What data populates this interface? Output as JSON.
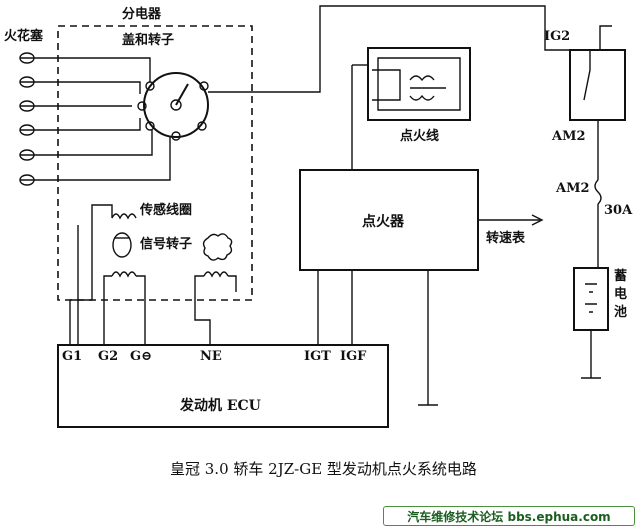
{
  "labels": {
    "spark_plugs": "火花塞",
    "distributor": "分电器",
    "cap_rotor": "盖和转子",
    "ignition_coil": "点火线",
    "igniter": "点火器",
    "tachometer": "转速表",
    "sensor_coil": "传感线圈",
    "signal_rotor": "信号转子",
    "ig2": "IG2",
    "am2_switch": "AM2",
    "am2_fuse": "AM2",
    "fuse_rating": "30A",
    "battery": "蓄电池",
    "ecu": "发动机 ECU",
    "pin_g1": "G1",
    "pin_g2": "G2",
    "pin_gneg": "G⊖",
    "pin_ne": "NE",
    "pin_igt": "IGT",
    "pin_igf": "IGF"
  },
  "caption": "皇冠 3.0 轿车 2JZ-GE 型发动机点火系统电路",
  "footer": "汽车维修技术论坛 bbs.ephua.com"
}
